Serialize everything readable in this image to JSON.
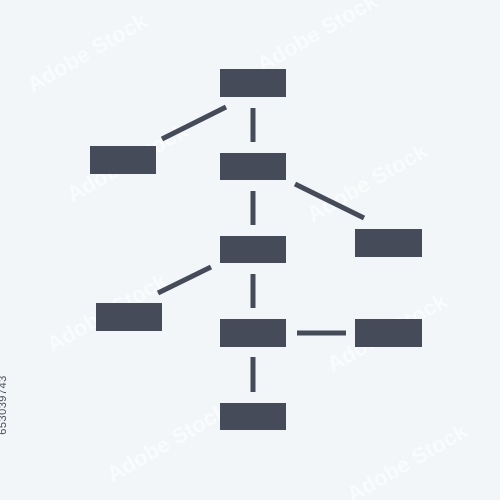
{
  "stock_id": "653039743",
  "watermark": "Adobe Stock",
  "colors": {
    "background": "#f2f6f9",
    "node": "#454b59",
    "connector": "#454b59",
    "watermark": "#ffffff"
  },
  "diagram": {
    "type": "tree-flowchart-icon",
    "nodes": [
      {
        "id": "root"
      },
      {
        "id": "left-branch-1"
      },
      {
        "id": "trunk-1"
      },
      {
        "id": "right-branch-1"
      },
      {
        "id": "trunk-2"
      },
      {
        "id": "left-branch-2"
      },
      {
        "id": "trunk-3"
      },
      {
        "id": "right-branch-2"
      },
      {
        "id": "trunk-4"
      }
    ],
    "edges": [
      {
        "from": "root",
        "to": "left-branch-1"
      },
      {
        "from": "root",
        "to": "trunk-1"
      },
      {
        "from": "trunk-1",
        "to": "right-branch-1"
      },
      {
        "from": "trunk-1",
        "to": "trunk-2"
      },
      {
        "from": "trunk-2",
        "to": "left-branch-2"
      },
      {
        "from": "trunk-2",
        "to": "trunk-3"
      },
      {
        "from": "trunk-3",
        "to": "right-branch-2"
      },
      {
        "from": "trunk-3",
        "to": "trunk-4"
      }
    ]
  }
}
